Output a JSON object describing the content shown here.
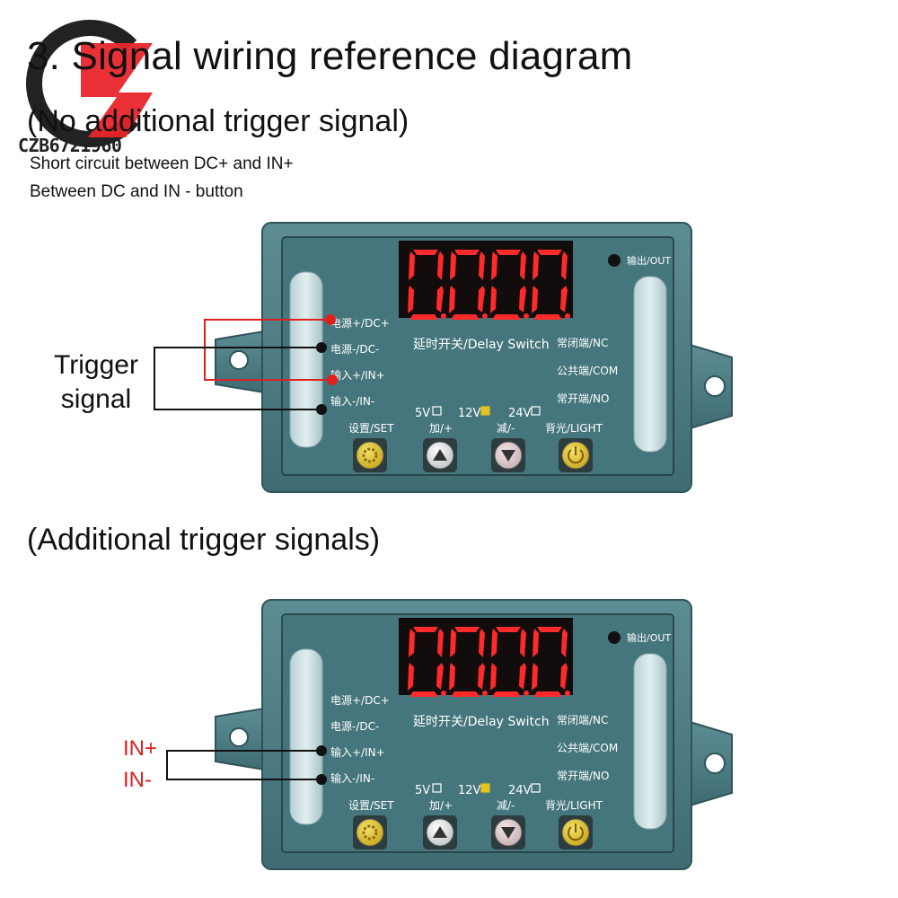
{
  "header": {
    "title": "3. Signal wiring reference diagram",
    "subtitle_top": "(No additional trigger signal)",
    "note_line1": "Short circuit between DC+ and IN+",
    "note_line2": "Between DC and IN - button",
    "subtitle_bottom": "(Additional trigger signals)"
  },
  "watermark": "CZB6721960",
  "trigger_label_line1": "Trigger",
  "trigger_label_line2": "signal",
  "in_plus_label": "IN+",
  "in_minus_label": "IN-",
  "device": {
    "display": "0000",
    "out_label": "输出/OUT",
    "terminals_left": [
      "电源+/DC+",
      "电源-/DC-",
      "输入+/IN+",
      "输入-/IN-"
    ],
    "center_label": "延时开关/Delay Switch",
    "terminals_right": [
      "常闭端/NC",
      "公共端/COM",
      "常开端/NO"
    ],
    "voltage_options": [
      "5V",
      "12V",
      "24V"
    ],
    "selected_voltage": "12V",
    "button_labels": [
      "设置/SET",
      "加/+",
      "减/-",
      "背光/LIGHT"
    ]
  },
  "colors": {
    "case": "#4f7f86",
    "panel": "#46767d",
    "digit": "#ff2a2a",
    "wire_red": "#e02020",
    "wire_black": "#111111",
    "button_yellow": "#e3c322"
  }
}
